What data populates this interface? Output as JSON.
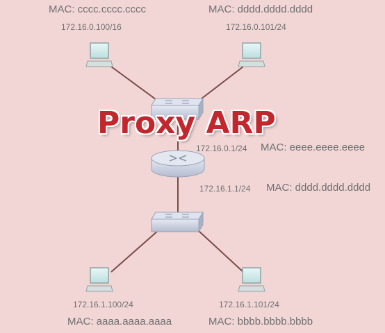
{
  "title": "Proxy ARP",
  "hosts": {
    "top_left": {
      "mac": "MAC: cccc.cccc.cccc",
      "ip": "172.16.0.100/16"
    },
    "top_right": {
      "mac": "MAC: dddd.dddd.dddd",
      "ip": "172.16.0.101/24"
    },
    "bottom_left": {
      "mac": "MAC: aaaa.aaaa.aaaa",
      "ip": "172.16.1.100/24"
    },
    "bottom_right": {
      "mac": "MAC: bbbb.bbbb.bbbb",
      "ip": "172.16.1.101/24"
    }
  },
  "router": {
    "upper_ip": "172.16.0.1/24",
    "upper_mac": "MAC: eeee.eeee.eeee",
    "lower_ip": "172.16.1.1/24",
    "lower_mac": "MAC: dddd.dddd.dddd"
  },
  "colors": {
    "background": "#f2d6d6",
    "link": "#7a4a4a",
    "title": "#c1272d",
    "label": "#6f6f6f"
  }
}
